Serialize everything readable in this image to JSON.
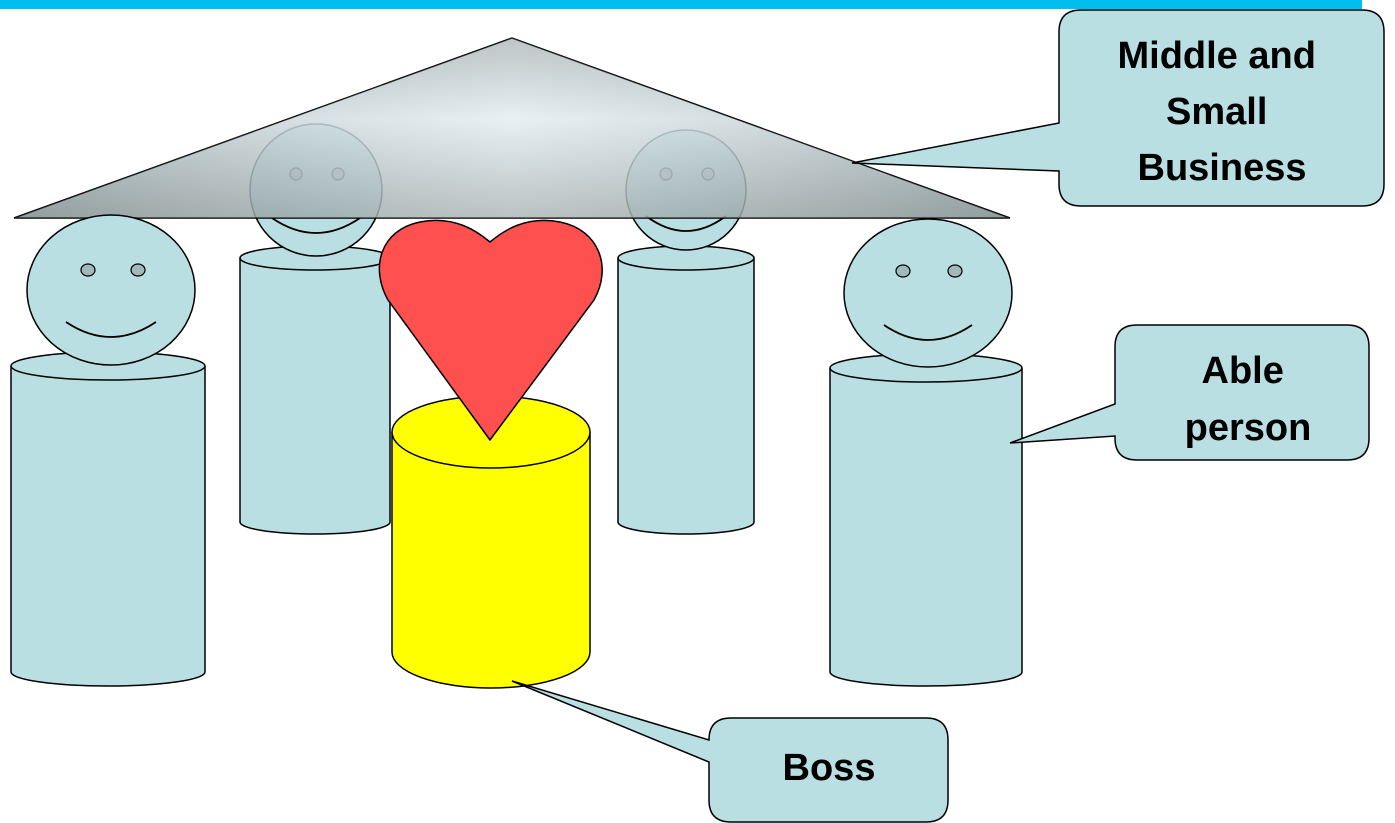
{
  "callouts": {
    "business": {
      "lines": [
        "Middle and",
        "Small",
        "Business"
      ]
    },
    "able": {
      "lines": [
        "Able",
        "person"
      ]
    },
    "boss": {
      "lines": [
        "Boss"
      ]
    }
  },
  "colors": {
    "top_rule": "#00bfef",
    "figure_fill": "#b9dfe3",
    "boss_fill": "#ffff00",
    "heart_fill": "#ff5050",
    "roof_fill": "#a9b8b9",
    "callout_fill": "#b9dfe3"
  },
  "icons": {
    "roof": "triangle-roof",
    "heart": "heart-icon",
    "faces": "smiley-face-icon"
  }
}
